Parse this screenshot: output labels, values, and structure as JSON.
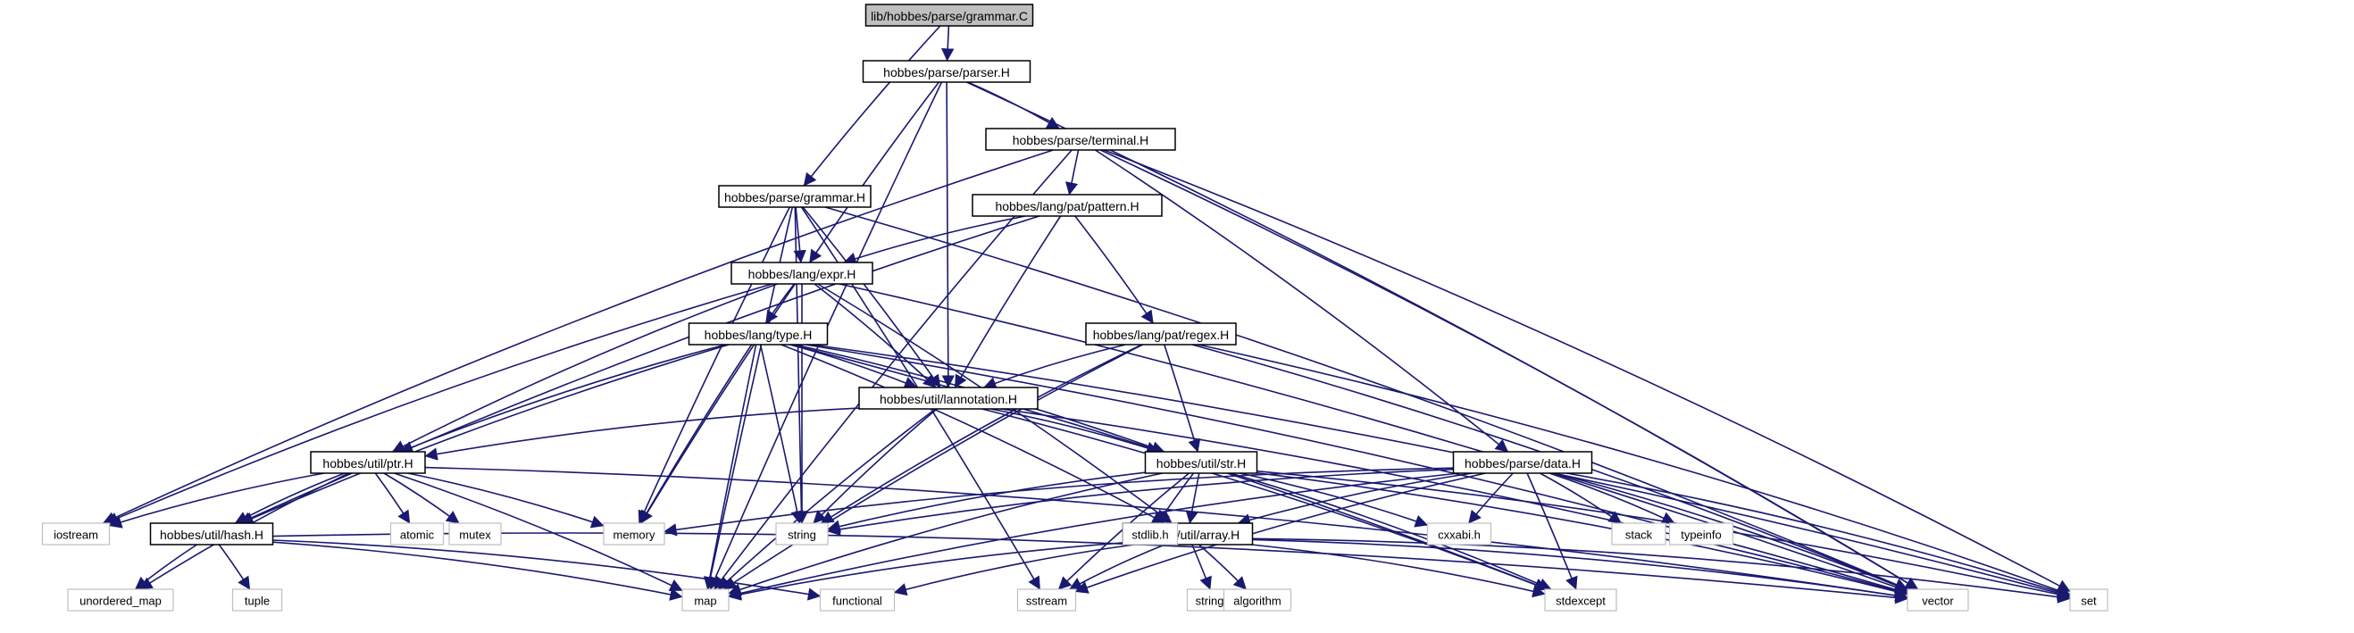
{
  "title": "lib/hobbes/parse/grammar.C",
  "nodes": [
    {
      "id": "root",
      "label": "lib/hobbes/parse/grammar.C",
      "kind": "root"
    },
    {
      "id": "parser",
      "label": "hobbes/parse/parser.H",
      "kind": "header"
    },
    {
      "id": "terminal",
      "label": "hobbes/parse/terminal.H",
      "kind": "header"
    },
    {
      "id": "grammar",
      "label": "hobbes/parse/grammar.H",
      "kind": "header"
    },
    {
      "id": "pattern",
      "label": "hobbes/lang/pat/pattern.H",
      "kind": "header"
    },
    {
      "id": "expr",
      "label": "hobbes/lang/expr.H",
      "kind": "header"
    },
    {
      "id": "type",
      "label": "hobbes/lang/type.H",
      "kind": "header"
    },
    {
      "id": "regex",
      "label": "hobbes/lang/pat/regex.H",
      "kind": "header"
    },
    {
      "id": "lannot",
      "label": "hobbes/util/lannotation.H",
      "kind": "header"
    },
    {
      "id": "ptr",
      "label": "hobbes/util/ptr.H",
      "kind": "header"
    },
    {
      "id": "str",
      "label": "hobbes/util/str.H",
      "kind": "header"
    },
    {
      "id": "data",
      "label": "hobbes/parse/data.H",
      "kind": "header"
    },
    {
      "id": "hash",
      "label": "hobbes/util/hash.H",
      "kind": "header"
    },
    {
      "id": "array",
      "label": "hobbes/util/array.H",
      "kind": "header"
    },
    {
      "id": "iostream",
      "label": "iostream",
      "kind": "system"
    },
    {
      "id": "atomic",
      "label": "atomic",
      "kind": "system"
    },
    {
      "id": "mutex",
      "label": "mutex",
      "kind": "system"
    },
    {
      "id": "memory",
      "label": "memory",
      "kind": "system"
    },
    {
      "id": "string",
      "label": "string",
      "kind": "system"
    },
    {
      "id": "stdlib",
      "label": "stdlib.h",
      "kind": "system"
    },
    {
      "id": "cxxabi",
      "label": "cxxabi.h",
      "kind": "system"
    },
    {
      "id": "stack",
      "label": "stack",
      "kind": "system"
    },
    {
      "id": "typeinfo",
      "label": "typeinfo",
      "kind": "system"
    },
    {
      "id": "unordered_map",
      "label": "unordered_map",
      "kind": "system"
    },
    {
      "id": "tuple",
      "label": "tuple",
      "kind": "system"
    },
    {
      "id": "map",
      "label": "map",
      "kind": "system"
    },
    {
      "id": "functional",
      "label": "functional",
      "kind": "system"
    },
    {
      "id": "sstream",
      "label": "sstream",
      "kind": "system"
    },
    {
      "id": "stringh",
      "label": "string.h",
      "kind": "system"
    },
    {
      "id": "algorithm",
      "label": "algorithm",
      "kind": "system"
    },
    {
      "id": "stdexcept",
      "label": "stdexcept",
      "kind": "system"
    },
    {
      "id": "vector",
      "label": "vector",
      "kind": "system"
    },
    {
      "id": "set",
      "label": "set",
      "kind": "system"
    }
  ],
  "edges": [
    [
      "root",
      "parser"
    ],
    [
      "root",
      "grammar"
    ],
    [
      "parser",
      "terminal"
    ],
    [
      "parser",
      "expr"
    ],
    [
      "parser",
      "lannot"
    ],
    [
      "parser",
      "map"
    ],
    [
      "parser",
      "vector"
    ],
    [
      "terminal",
      "pattern"
    ],
    [
      "terminal",
      "data"
    ],
    [
      "terminal",
      "iostream"
    ],
    [
      "terminal",
      "map"
    ],
    [
      "terminal",
      "vector"
    ],
    [
      "terminal",
      "set"
    ],
    [
      "grammar",
      "expr"
    ],
    [
      "grammar",
      "lannot"
    ],
    [
      "grammar",
      "memory"
    ],
    [
      "grammar",
      "string"
    ],
    [
      "grammar",
      "sstream"
    ],
    [
      "grammar",
      "map"
    ],
    [
      "grammar",
      "vector"
    ],
    [
      "pattern",
      "expr"
    ],
    [
      "pattern",
      "regex"
    ],
    [
      "pattern",
      "lannot"
    ],
    [
      "pattern",
      "hash"
    ],
    [
      "expr",
      "type"
    ],
    [
      "expr",
      "lannot"
    ],
    [
      "expr",
      "ptr"
    ],
    [
      "expr",
      "array"
    ],
    [
      "expr",
      "iostream"
    ],
    [
      "expr",
      "memory"
    ],
    [
      "expr",
      "string"
    ],
    [
      "expr",
      "vector"
    ],
    [
      "type",
      "lannot"
    ],
    [
      "type",
      "ptr"
    ],
    [
      "type",
      "str"
    ],
    [
      "type",
      "hash"
    ],
    [
      "type",
      "array"
    ],
    [
      "type",
      "memory"
    ],
    [
      "type",
      "string"
    ],
    [
      "type",
      "map"
    ],
    [
      "type",
      "vector"
    ],
    [
      "type",
      "set"
    ],
    [
      "type",
      "stdexcept"
    ],
    [
      "regex",
      "lannot"
    ],
    [
      "regex",
      "str"
    ],
    [
      "regex",
      "string"
    ],
    [
      "regex",
      "map"
    ],
    [
      "regex",
      "vector"
    ],
    [
      "regex",
      "set"
    ],
    [
      "lannot",
      "ptr"
    ],
    [
      "lannot",
      "str"
    ],
    [
      "lannot",
      "string"
    ],
    [
      "lannot",
      "map"
    ],
    [
      "lannot",
      "vector"
    ],
    [
      "lannot",
      "stdexcept"
    ],
    [
      "ptr",
      "hash"
    ],
    [
      "ptr",
      "iostream"
    ],
    [
      "ptr",
      "atomic"
    ],
    [
      "ptr",
      "mutex"
    ],
    [
      "ptr",
      "memory"
    ],
    [
      "ptr",
      "unordered_map"
    ],
    [
      "ptr",
      "map"
    ],
    [
      "ptr",
      "vector"
    ],
    [
      "str",
      "array"
    ],
    [
      "str",
      "string"
    ],
    [
      "str",
      "stdlib"
    ],
    [
      "str",
      "cxxabi"
    ],
    [
      "str",
      "sstream"
    ],
    [
      "str",
      "map"
    ],
    [
      "str",
      "vector"
    ],
    [
      "str",
      "set"
    ],
    [
      "str",
      "stdexcept"
    ],
    [
      "data",
      "array"
    ],
    [
      "data",
      "memory"
    ],
    [
      "data",
      "string"
    ],
    [
      "data",
      "cxxabi"
    ],
    [
      "data",
      "stack"
    ],
    [
      "data",
      "typeinfo"
    ],
    [
      "data",
      "map"
    ],
    [
      "data",
      "sstream"
    ],
    [
      "data",
      "vector"
    ],
    [
      "data",
      "set"
    ],
    [
      "data",
      "stdexcept"
    ],
    [
      "hash",
      "unordered_map"
    ],
    [
      "hash",
      "tuple"
    ],
    [
      "hash",
      "map"
    ],
    [
      "hash",
      "functional"
    ],
    [
      "hash",
      "vector"
    ],
    [
      "array",
      "map"
    ],
    [
      "array",
      "functional"
    ],
    [
      "array",
      "sstream"
    ],
    [
      "array",
      "stringh"
    ],
    [
      "array",
      "algorithm"
    ],
    [
      "array",
      "stdexcept"
    ],
    [
      "array",
      "vector"
    ],
    [
      "array",
      "set"
    ]
  ],
  "colors": {
    "edge": "#191970",
    "header_border": "#000000",
    "system_border": "#bfbfbf",
    "root_fill": "#bfbfbf",
    "fill": "#ffffff",
    "text": "#000000"
  }
}
